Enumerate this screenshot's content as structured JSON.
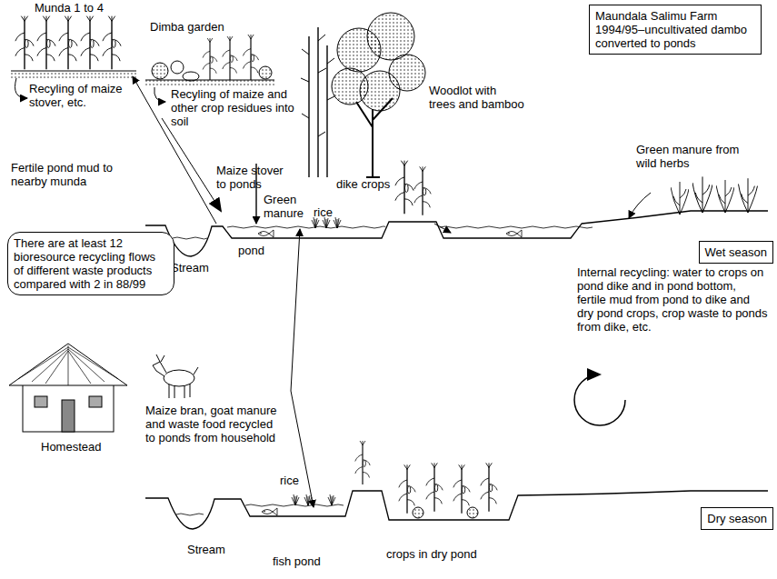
{
  "diagram": {
    "nodes": [
      {
        "text": [
          "Maundala Salimu Farm 1994/95–uncultivated dambo converted to ponds"
        ]
      },
      {
        "text": [
          "There are at least 12 bioresource recycling flows of different waste products compared with 2 in 88/99"
        ]
      },
      {
        "text": [
          "Wet season"
        ]
      },
      {
        "text": [
          "Dry season"
        ]
      }
    ],
    "labels": [
      "Munda 1 to 4",
      "Dimba garden",
      "Recyling of maize stover, etc.",
      "Recyling of maize and other crop residues into soil",
      "Woodlot with trees and bamboo",
      "Fertile pond mud to nearby munda",
      "Maize stover to ponds",
      "Green manure",
      "dike crops",
      "Green manure from wild herbs",
      "rice",
      "pond",
      "Stream",
      "Internal recycling: water to crops on pond dike and in pond bottom, fertile mud from pond to dike and dry pond crops, crop waste to ponds from dike, etc.",
      "Homestead",
      "Maize bran, goat manure and waste food recycled to ponds from household",
      "rice",
      "Stream",
      "fish pond",
      "crops in dry pond"
    ]
  }
}
